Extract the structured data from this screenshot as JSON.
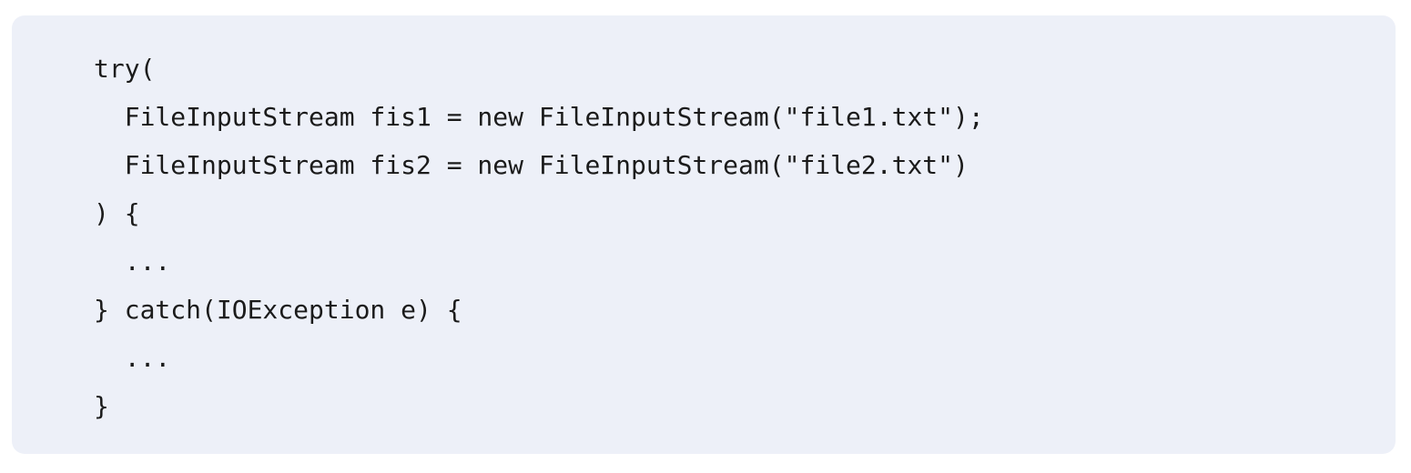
{
  "page": {
    "background_color": "#ffffff"
  },
  "code_block": {
    "card_background_color": "#edf0f8",
    "text_color": "#1b1b1b",
    "lines": [
      "try(",
      "  FileInputStream fis1 = new FileInputStream(\"file1.txt\");",
      "  FileInputStream fis2 = new FileInputStream(\"file2.txt\")",
      ") {",
      "  ...",
      "} catch(IOException e) {",
      "  ...",
      "}"
    ]
  }
}
